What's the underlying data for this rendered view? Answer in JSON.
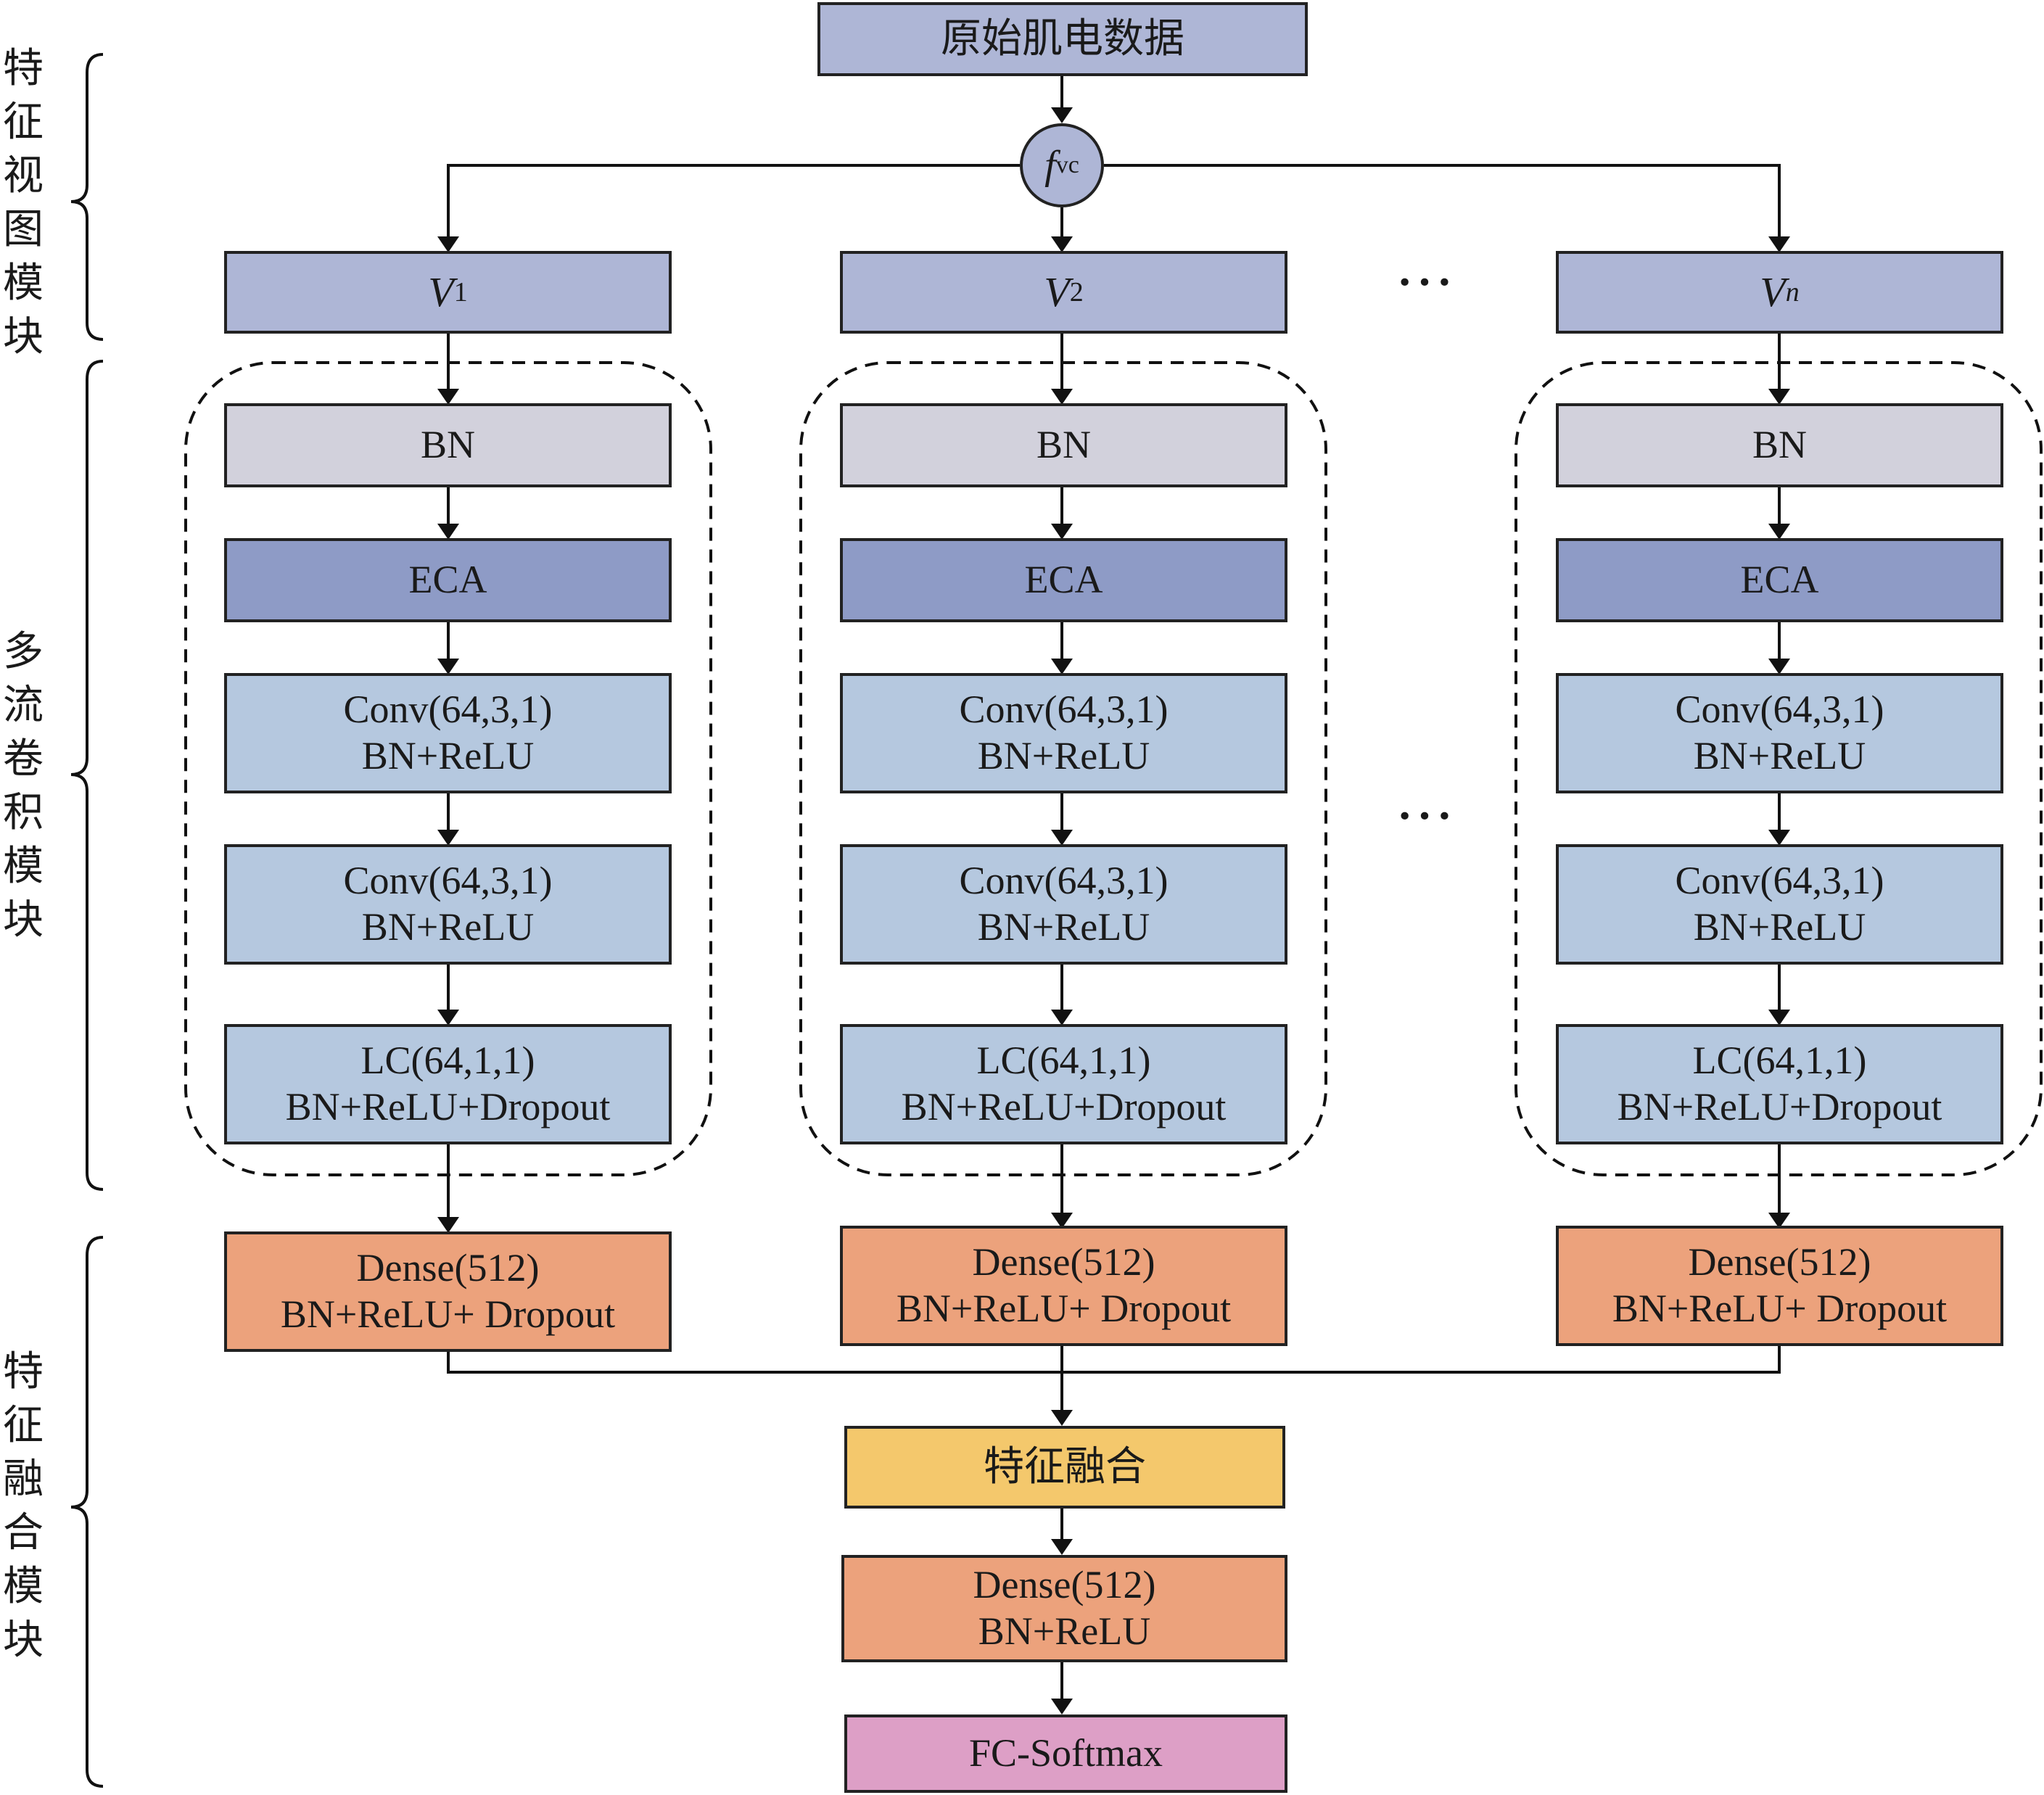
{
  "modules": {
    "view": "特征视图模块",
    "multi": "多流卷积模块",
    "fusion": "特征融合模块"
  },
  "input": "原始肌电数据",
  "fvc": {
    "f": "f",
    "sub": "vc"
  },
  "views": [
    {
      "letter": "V",
      "sub": "1"
    },
    {
      "letter": "V",
      "sub": "2"
    },
    {
      "letter": "V",
      "sub": "n"
    }
  ],
  "ellipsis": "···",
  "stream": {
    "bn": "BN",
    "eca": "ECA",
    "conv1": {
      "line1": "Conv(64,3,1)",
      "line2": "BN+ReLU"
    },
    "conv2": {
      "line1": "Conv(64,3,1)",
      "line2": "BN+ReLU"
    },
    "lc": {
      "line1": "LC(64,1,1)",
      "line2": "BN+ReLU+Dropout"
    },
    "dense": {
      "line1": "Dense(512)",
      "line2": "BN+ReLU+ Dropout"
    }
  },
  "fusion_box": "特征融合",
  "final_dense": {
    "line1": "Dense(512)",
    "line2": "BN+ReLU"
  },
  "output": "FC-Softmax",
  "colors": {
    "input_view": "#aeb6d6",
    "bn": "#d2d1dc",
    "eca": "#8e9bc6",
    "conv": "#b5c8df",
    "dense": "#eca27c",
    "fusion": "#f4c86c",
    "fc": "#dd9fc6"
  }
}
